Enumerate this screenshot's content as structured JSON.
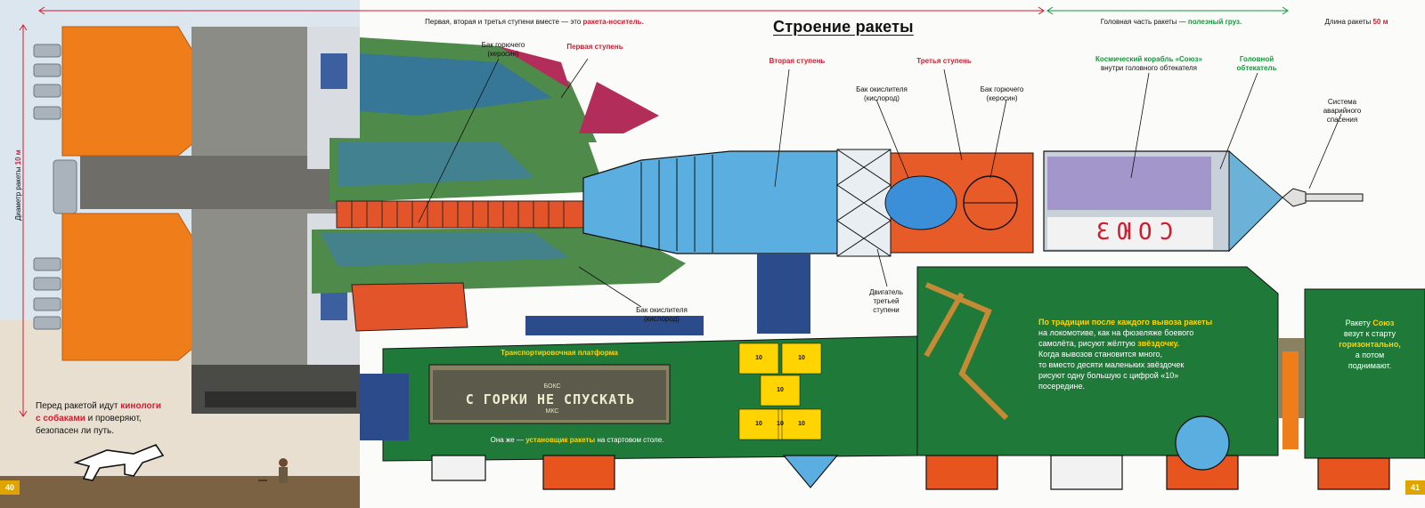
{
  "page_title": "Строение ракеты",
  "top_bar": {
    "rocket_carrier_prefix": "Первая, вторая и третья ступени вместе — это ",
    "rocket_carrier_term": "ракета-носитель.",
    "head_prefix": "Головная часть ракеты — ",
    "head_term": "полезный груз.",
    "length_prefix": "Длина ракеты ",
    "length_value": "50 м"
  },
  "diameter": {
    "prefix": "Диаметр ракеты ",
    "value": "10 м"
  },
  "labels": {
    "fuel_tank_1": "Бак горючего (керосин)",
    "first_stage": "Первая ступень",
    "second_stage": "Вторая ступень",
    "oxidizer_tank_2": "Бак окислителя (кислород)",
    "third_stage": "Третья ступень",
    "fuel_tank_3": "Бак горючего (керосин)",
    "soyuz_prefix": "Космический корабль «Союз»",
    "soyuz_suffix": "внутри головного обтекателя",
    "head_fairing": "Головной обтекатель",
    "escape_system": "Система аварийного спасения",
    "oxidizer_tank_1": "Бак окислителя (кислород)",
    "third_stage_engine": "Двигатель третьей ступени",
    "soyuz_hull_text": "СОЮЗ"
  },
  "platform": {
    "title": "Транспортировочная платформа",
    "sign_top": "БОКС",
    "sign_main": "С ГОРКИ НЕ СПУСКАТЬ",
    "sign_bottom": "МКС",
    "caption_prefix": "Она же — ",
    "caption_term": "установщик ракеты",
    "caption_suffix": " на стартовом столе."
  },
  "tradition_note": {
    "lead": "По традиции после каждого вывоза ракеты",
    "l2": "на локомотиве, как на фюзеляже боевого",
    "l3_prefix": "самолёта, рисуют жёлтую ",
    "l3_term": "звёздочку.",
    "l4": "Когда вывозов становится много,",
    "l5": "то вместо десяти маленьких звёздочек",
    "l6": "рисуют одну большую с цифрой «10»",
    "l7": "посередине."
  },
  "right_note": {
    "l1_prefix": "Ракету ",
    "l1_term": "Союз",
    "l2": "везут к старту",
    "l3": "горизонтально,",
    "l4": "а потом",
    "l5": "поднимают."
  },
  "left_note": {
    "l1_prefix": "Перед ракетой идут ",
    "l1_term": "кинологи",
    "l2_term": "с собаками",
    "l2_suffix": " и проверяют,",
    "l3": "безопасен ли путь."
  },
  "star_number": "10",
  "page_numbers": {
    "left": "40",
    "right": "41"
  },
  "colors": {
    "accent_red": "#d21b2e",
    "accent_green": "#119a3a",
    "platform_green": "#1f7a3a",
    "star_yellow": "#ffd400",
    "rocket_blue": "#5aaee0",
    "rocket_orange": "#e8541e"
  }
}
